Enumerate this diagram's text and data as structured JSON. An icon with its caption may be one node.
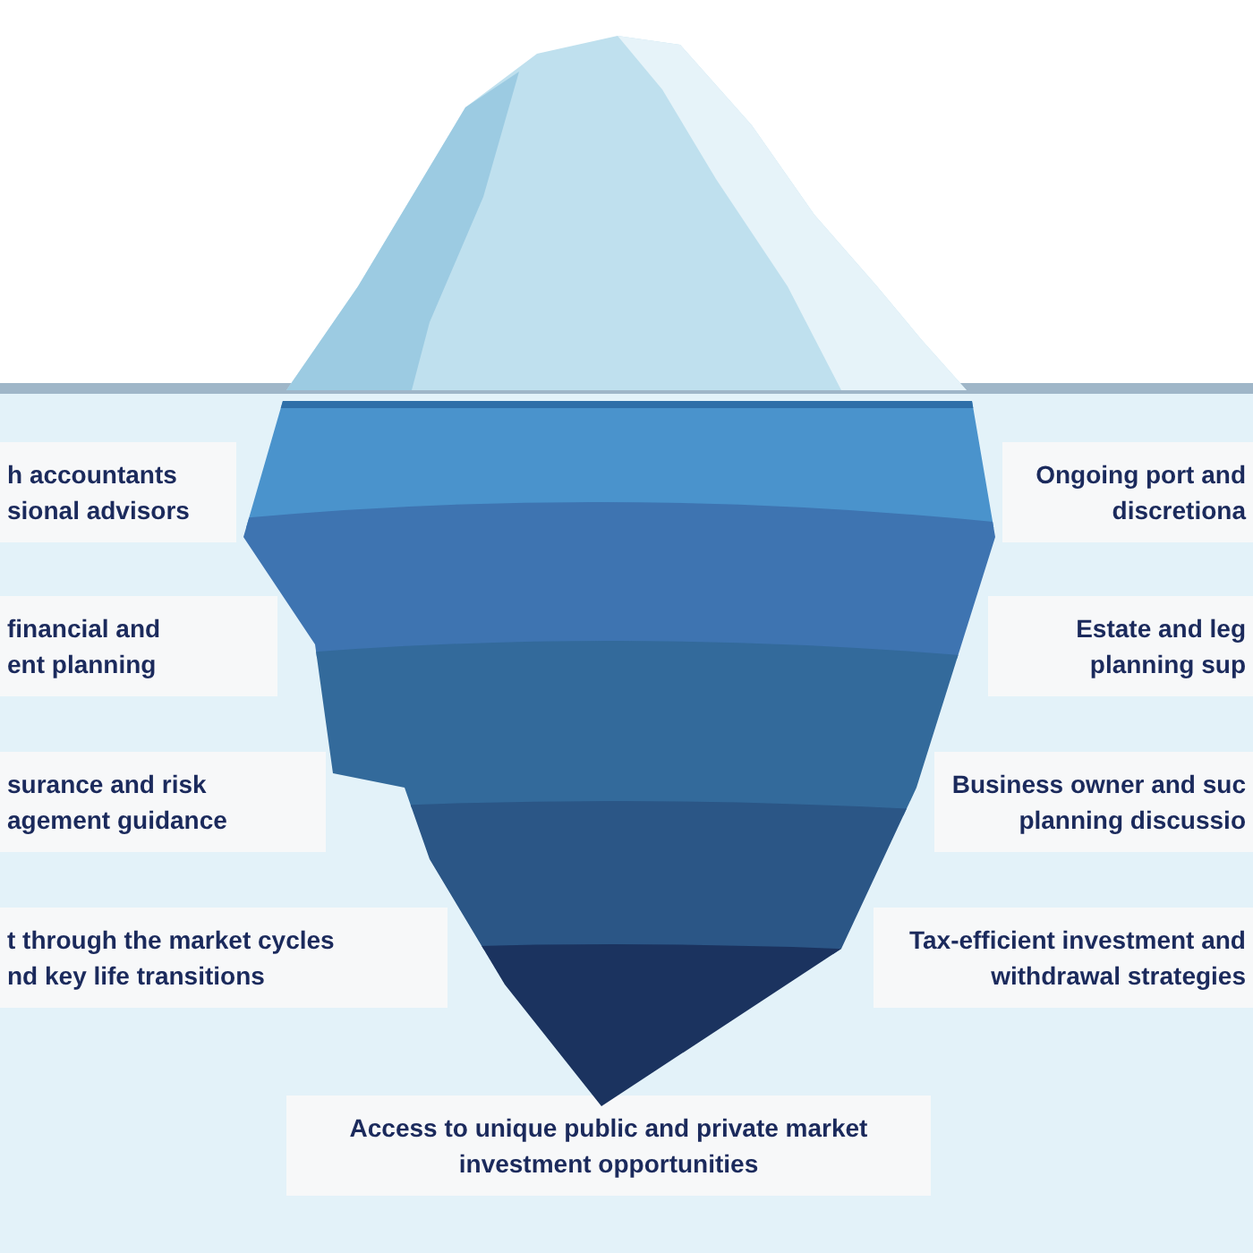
{
  "diagram": {
    "nodes": [
      {
        "text": [
          "h accountants sional advisors"
        ]
      },
      {
        "text": [
          "financial and ent planning"
        ]
      },
      {
        "text": [
          "surance and risk agement guidance"
        ]
      },
      {
        "text": [
          "t through the market cycles nd key life transitions"
        ]
      },
      {
        "text": [
          "Ongoing port and discretiona"
        ]
      },
      {
        "text": [
          "Estate and leg planning sup"
        ]
      },
      {
        "text": [
          "Business owner and suc planning discussio"
        ]
      },
      {
        "text": [
          "Tax-efficient investment and withdrawal strategies"
        ]
      },
      {
        "text": [
          "Access to unique public and private market investment opportunities"
        ]
      }
    ]
  }
}
